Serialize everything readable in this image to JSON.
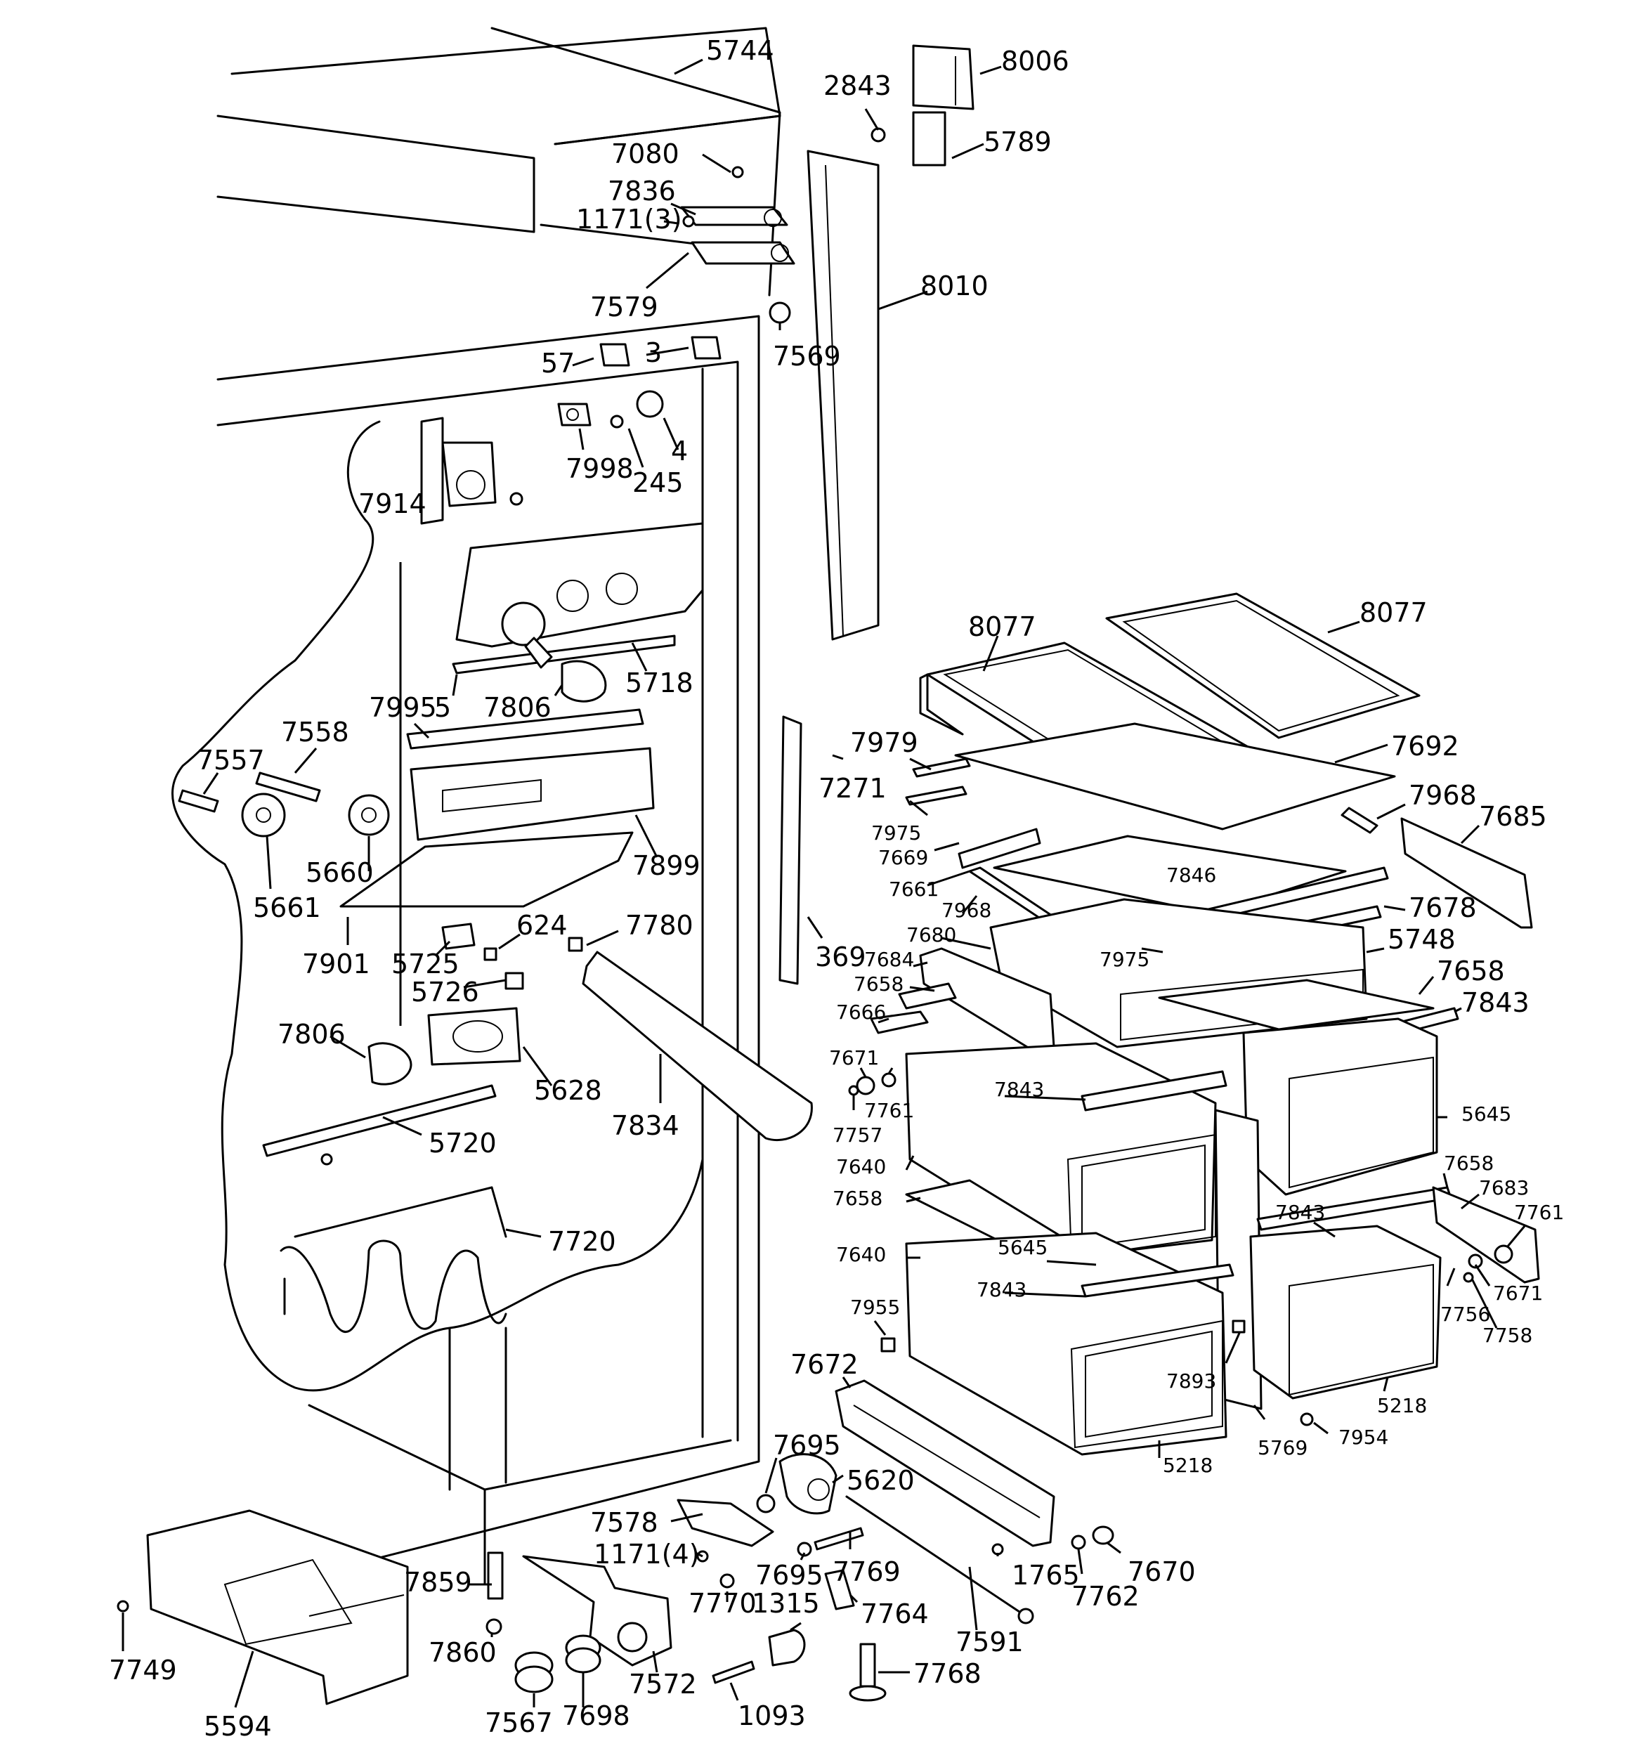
{
  "colors": {
    "line": "#000000",
    "background": "#ffffff"
  },
  "labels": {
    "p5744": "5744",
    "p2843": "2843",
    "p8006": "8006",
    "p7080": "7080",
    "p5789": "5789",
    "p7836": "7836",
    "p1171_3": "1171(3)",
    "p8010": "8010",
    "p7579": "7579",
    "p7569": "7569",
    "p57": "57",
    "p3": "3",
    "p7998": "7998",
    "p245": "245",
    "p4": "4",
    "p7914": "7914",
    "p5718": "5718",
    "p5": "5",
    "p7806a": "7806",
    "p7995": "7995",
    "p7558": "7558",
    "p7557": "7557",
    "p5660": "5660",
    "p5661": "5661",
    "p7899": "7899",
    "p7901": "7901",
    "p5725": "5725",
    "p624": "624",
    "p7780": "7780",
    "p5726": "5726",
    "p7806b": "7806",
    "p5628": "5628",
    "p7834": "7834",
    "p5720": "5720",
    "p7720": "7720",
    "p369": "369",
    "p8077a": "8077",
    "p8077b": "8077",
    "p7979": "7979",
    "p7692": "7692",
    "p7271": "7271",
    "p7975a": "7975",
    "p7669": "7669",
    "p7968a": "7968",
    "p7685": "7685",
    "p7661": "7661",
    "p7846": "7846",
    "p7968b": "7968",
    "p7678": "7678",
    "p7680": "7680",
    "p7975b": "7975",
    "p5748": "5748",
    "p7684": "7684",
    "p7658a": "7658",
    "p7658b": "7658",
    "p7843a": "7843",
    "p7666": "7666",
    "p7671a": "7671",
    "p7761a": "7761",
    "p7757": "7757",
    "p7843b": "7843",
    "p5645a": "5645",
    "p7640a": "7640",
    "p7658c": "7658",
    "p7658d": "7658",
    "p7683": "7683",
    "p7843c": "7843",
    "p7761b": "7761",
    "p7640b": "7640",
    "p5645b": "5645",
    "p7671b": "7671",
    "p7843d": "7843",
    "p7756": "7756",
    "p7955": "7955",
    "p7758": "7758",
    "p7672": "7672",
    "p7893": "7893",
    "p5218a": "5218",
    "p5769": "5769",
    "p7954": "7954",
    "p5218b": "5218",
    "p7695a": "7695",
    "p5620": "5620",
    "p7578": "7578",
    "p1171_4": "1171(4)",
    "p7695b": "7695",
    "p7769": "7769",
    "p1765": "1765",
    "p7670": "7670",
    "p7859": "7859",
    "p7770": "7770",
    "p1315": "1315",
    "p7764": "7764",
    "p7762": "7762",
    "p7591": "7591",
    "p7860": "7860",
    "p7572": "7572",
    "p7749": "7749",
    "p7567": "7567",
    "p7698": "7698",
    "p1093": "1093",
    "p7768": "7768",
    "p5594": "5594"
  },
  "icons": {
    "cabinet": "cabinet-outline",
    "light": "light-bulb-icon",
    "heater": "defrost-heater-coil",
    "drawer": "crisper-drawer",
    "shelf": "glass-shelf",
    "roller": "roller-wheel",
    "compressor": "machine-compartment"
  }
}
